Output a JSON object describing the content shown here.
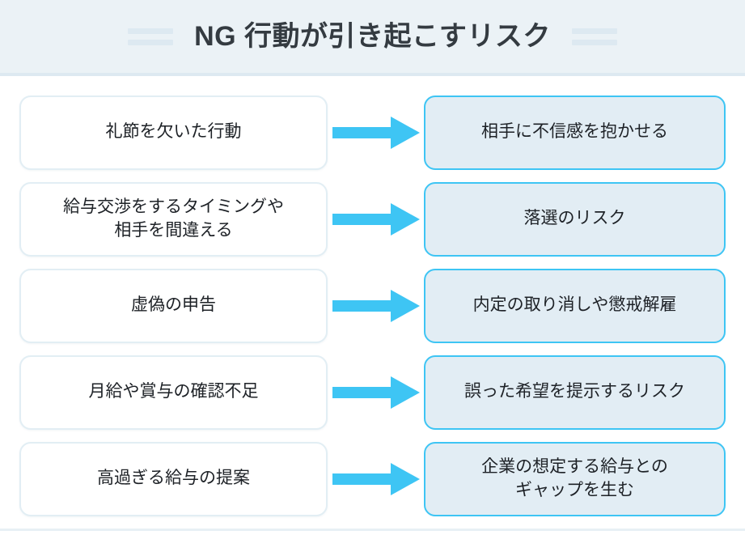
{
  "header": {
    "title": "NG 行動が引き起こすリスク",
    "decoration_icon": "double-dash-icon",
    "background_color": "#EBF2F6",
    "title_color": "#343B41",
    "decoration_color": "#DDE9F1"
  },
  "colors": {
    "accent": "#3EC5F4",
    "effect_fill": "#E2EDF4",
    "cause_border": "#E2EEF4",
    "text": "#1D2126"
  },
  "flow": {
    "arrow_icon": "arrow-right-icon",
    "rows": [
      {
        "cause": {
          "lines": [
            "礼節を欠いた行動"
          ]
        },
        "effect": {
          "lines": [
            "相手に不信感を抱かせる"
          ]
        }
      },
      {
        "cause": {
          "lines": [
            "給与交渉をするタイミングや",
            "相手を間違える"
          ]
        },
        "effect": {
          "lines": [
            "落選のリスク"
          ]
        }
      },
      {
        "cause": {
          "lines": [
            "虚偽の申告"
          ]
        },
        "effect": {
          "lines": [
            "内定の取り消しや懲戒解雇"
          ]
        }
      },
      {
        "cause": {
          "lines": [
            "月給や賞与の確認不足"
          ]
        },
        "effect": {
          "lines": [
            "誤った希望を提示するリスク"
          ]
        }
      },
      {
        "cause": {
          "lines": [
            "高過ぎる給与の提案"
          ]
        },
        "effect": {
          "lines": [
            "企業の想定する給与との",
            "ギャップを生む"
          ]
        }
      }
    ]
  }
}
